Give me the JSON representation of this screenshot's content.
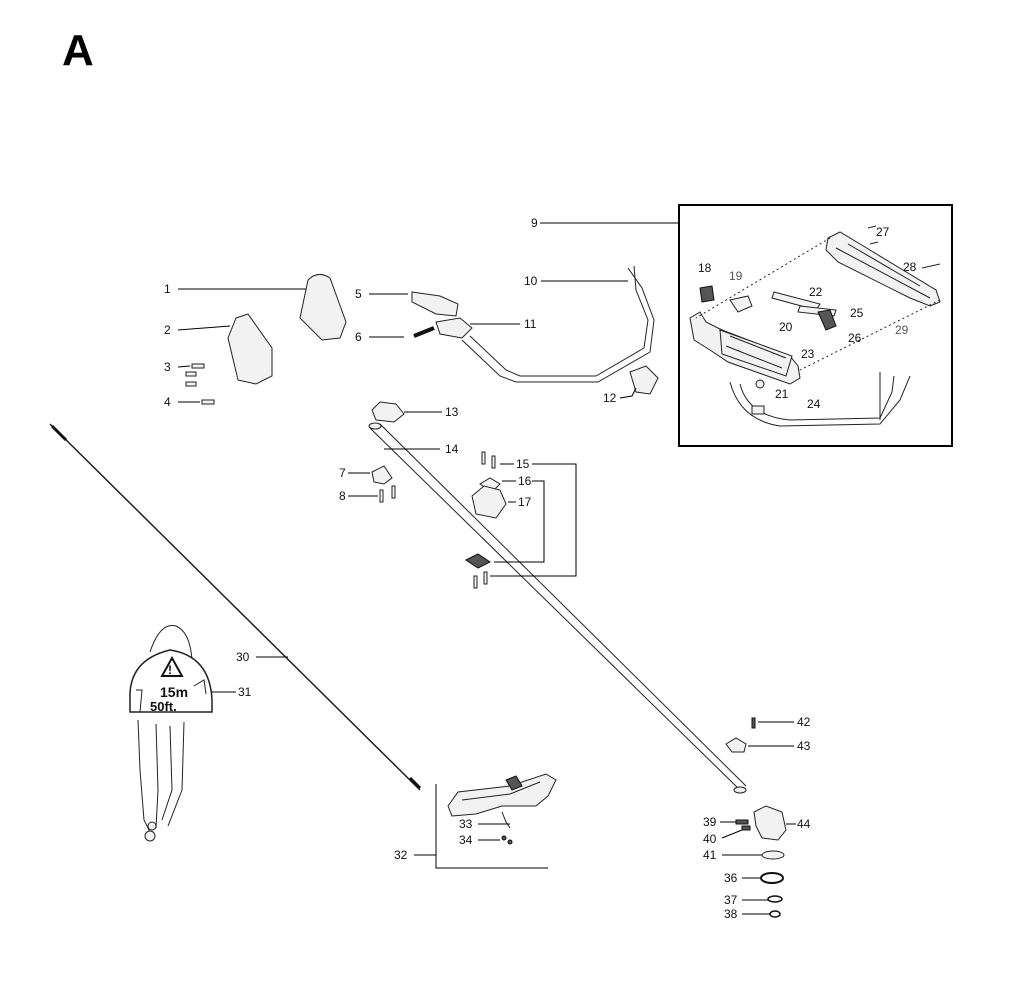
{
  "sheet": {
    "letter": "A"
  },
  "callouts": {
    "c1": "1",
    "c2": "2",
    "c3": "3",
    "c4": "4",
    "c5": "5",
    "c6": "6",
    "c7": "7",
    "c8": "8",
    "c9": "9",
    "c10": "10",
    "c11": "11",
    "c12": "12",
    "c13": "13",
    "c14": "14",
    "c15": "15",
    "c16": "16",
    "c17": "17",
    "c18": "18",
    "c19": "19",
    "c20": "20",
    "c21": "21",
    "c22": "22",
    "c23": "23",
    "c24": "24",
    "c25": "25",
    "c26": "26",
    "c27": "27",
    "c28": "28",
    "c29": "29",
    "c30": "30",
    "c31": "31",
    "c32": "32",
    "c33": "33",
    "c34": "34",
    "c36": "36",
    "c37": "37",
    "c38": "38",
    "c39": "39",
    "c40": "40",
    "c41": "41",
    "c42": "42",
    "c43": "43",
    "c44": "44"
  },
  "decal": {
    "distance_metric": "15m",
    "distance_imperial": "50ft."
  }
}
